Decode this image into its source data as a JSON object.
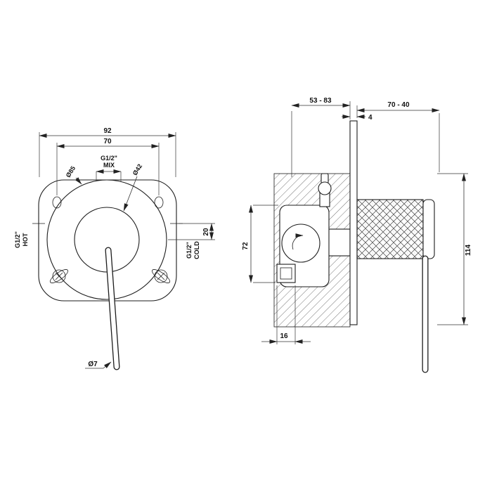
{
  "drawing": {
    "front_view": {
      "dims": {
        "overall_width": "92",
        "hole_spacing": "70",
        "mix_size": "G1/2\"",
        "mix_label": "MIX",
        "plate_diameter": "Ø85",
        "hub_diameter": "Ø42",
        "inlet_offset": "20",
        "hot_size": "G1/2\"",
        "hot_label": "HOT",
        "cold_size": "G1/2\"",
        "cold_label": "COLD",
        "lever_diameter": "Ø7"
      }
    },
    "side_view": {
      "dims": {
        "recess_depth_range": "53 - 83",
        "protrusion_range": "70 - 40",
        "plate_thickness": "4",
        "body_height": "72",
        "bracket_width": "16",
        "overall_height": "114"
      }
    }
  }
}
